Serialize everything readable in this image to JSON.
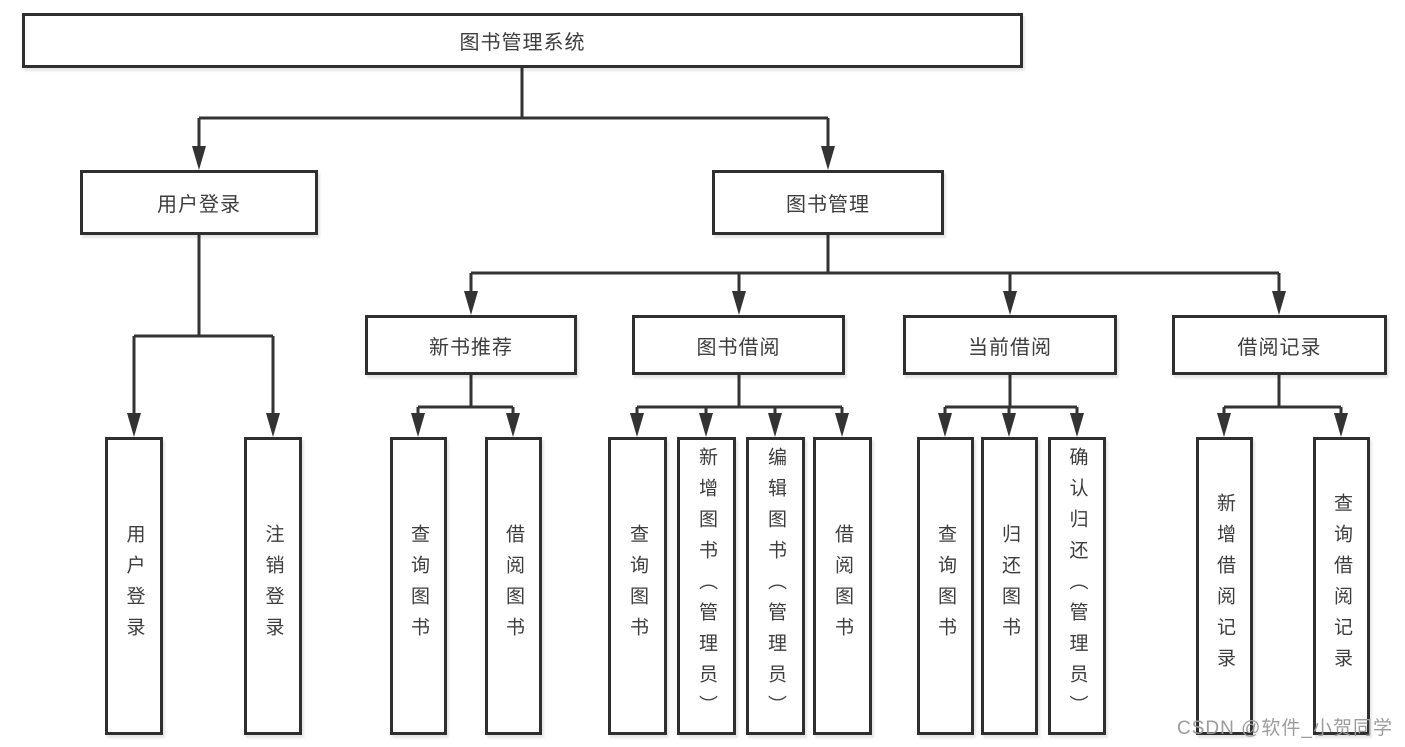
{
  "diagram": {
    "root": {
      "label": "图书管理系统",
      "children": [
        {
          "label": "用户登录",
          "children": [
            {
              "label": "用户登录"
            },
            {
              "label": "注销登录"
            }
          ]
        },
        {
          "label": "图书管理",
          "children": [
            {
              "label": "新书推荐",
              "children": [
                {
                  "label": "查询图书"
                },
                {
                  "label": "借阅图书"
                }
              ]
            },
            {
              "label": "图书借阅",
              "children": [
                {
                  "label": "查询图书"
                },
                {
                  "label": "新增图书（管理员）"
                },
                {
                  "label": "编辑图书（管理员）"
                },
                {
                  "label": "借阅图书"
                }
              ]
            },
            {
              "label": "当前借阅",
              "children": [
                {
                  "label": "查询图书"
                },
                {
                  "label": "归还图书"
                },
                {
                  "label": "确认归还（管理员）"
                }
              ]
            },
            {
              "label": "借阅记录",
              "children": [
                {
                  "label": "新增借阅记录"
                },
                {
                  "label": "查询借阅记录"
                }
              ]
            }
          ]
        }
      ]
    },
    "watermark": "CSDN @软件_小贺同学",
    "colors": {
      "line": "#333333",
      "border": "#2f2f2f",
      "text": "#3d3d3d",
      "watermark": "#9c9c9c",
      "background": "#ffffff"
    }
  }
}
